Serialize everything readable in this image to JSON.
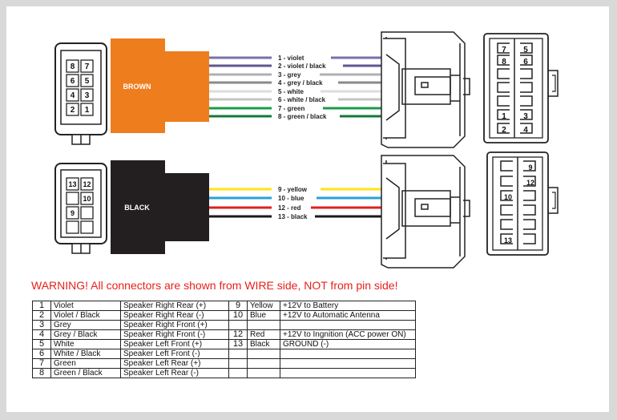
{
  "warning": "WARNING! All connectors are shown from WIRE side, NOT from pin side!",
  "connectors": {
    "brown": {
      "label": "BROWN",
      "color": "#ee7d1d",
      "pins": [
        "8",
        "7",
        "6",
        "5",
        "4",
        "3",
        "2",
        "1"
      ]
    },
    "black": {
      "label": "BLACK",
      "color": "#231f20",
      "pins": [
        "13",
        "12",
        "10",
        "9"
      ]
    }
  },
  "wires_top": [
    {
      "label": "1 - violet",
      "color": "#7b6faa"
    },
    {
      "label": "2 - violet / black",
      "color": "#5f5690"
    },
    {
      "label": "3 - grey",
      "color": "#b0b0b0"
    },
    {
      "label": "4 - grey / black",
      "color": "#8a8a8a"
    },
    {
      "label": "5 - white",
      "color": "#dcdcdc"
    },
    {
      "label": "6 - white / black",
      "color": "#c4c4c4"
    },
    {
      "label": "7 - green",
      "color": "#1a9b4a"
    },
    {
      "label": "8 - green / black",
      "color": "#127a3a"
    }
  ],
  "wires_bottom": [
    {
      "label": "9 - yellow",
      "color": "#ffe21a"
    },
    {
      "label": "10 - blue",
      "color": "#2ba0d8"
    },
    {
      "label": "12 - red",
      "color": "#e02020"
    },
    {
      "label": "13 - black",
      "color": "#1a1a1a"
    }
  ],
  "iso_plug_top": {
    "left_pins": [
      "7",
      "8",
      "",
      "",
      "",
      "",
      "1",
      "2"
    ],
    "right_pins": [
      "5",
      "6",
      "",
      "",
      "",
      "",
      "3",
      "4"
    ]
  },
  "iso_plug_bottom": {
    "left_pins": [
      "",
      "",
      "10",
      "",
      "",
      "13"
    ],
    "right_pins": [
      "9",
      "12",
      "",
      "",
      "",
      ""
    ]
  },
  "table": {
    "rows": [
      {
        "pin_a": "1",
        "color_a": "Violet",
        "func_a": "Speaker Right Rear (+)",
        "pin_b": "9",
        "color_b": "Yellow",
        "func_b": "+12V to Battery"
      },
      {
        "pin_a": "2",
        "color_a": "Violet / Black",
        "func_a": "Speaker Right Rear (-)",
        "pin_b": "10",
        "color_b": "Blue",
        "func_b": "+12V to Automatic Antenna"
      },
      {
        "pin_a": "3",
        "color_a": "Grey",
        "func_a": "Speaker Right Front (+)",
        "pin_b": "",
        "color_b": "",
        "func_b": ""
      },
      {
        "pin_a": "4",
        "color_a": "Grey / Black",
        "func_a": "Speaker Right Front (-)",
        "pin_b": "12",
        "color_b": "Red",
        "func_b": "+12V to Ingnition (ACC power ON)"
      },
      {
        "pin_a": "5",
        "color_a": "White",
        "func_a": "Speaker Left Front (+)",
        "pin_b": "13",
        "color_b": "Black",
        "func_b": "GROUND (-)"
      },
      {
        "pin_a": "6",
        "color_a": "White / Black",
        "func_a": "Speaker Left Front (-)",
        "pin_b": "",
        "color_b": "",
        "func_b": ""
      },
      {
        "pin_a": "7",
        "color_a": "Green",
        "func_a": "Speaker Left Rear (+)",
        "pin_b": "",
        "color_b": "",
        "func_b": ""
      },
      {
        "pin_a": "8",
        "color_a": "Green / Black",
        "func_a": "Speaker Left Rear (-)",
        "pin_b": "",
        "color_b": "",
        "func_b": ""
      }
    ]
  }
}
